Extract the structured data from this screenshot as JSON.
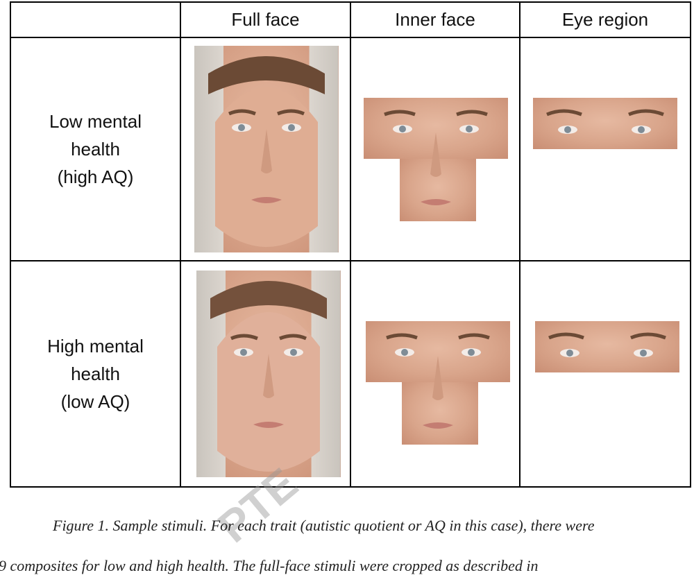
{
  "table": {
    "headers": [
      "",
      "Full face",
      "Inner face",
      "Eye region"
    ],
    "rows": [
      {
        "label_lines": [
          "Low mental",
          "health",
          "(high AQ)"
        ]
      },
      {
        "label_lines": [
          "High mental",
          "health",
          "(low AQ)"
        ]
      }
    ]
  },
  "caption": {
    "line1": "Figure 1. Sample stimuli. For each trait (autistic quotient or AQ in this case), there were",
    "line2": "9 composites for low and high health. The full-face stimuli were cropped as described in"
  },
  "watermark": "PTE",
  "colors": {
    "skin": "#dfae95",
    "hair": "#6b4a35",
    "iris": "#7f8c96",
    "lip": "#c47d72",
    "border": "#000000"
  }
}
